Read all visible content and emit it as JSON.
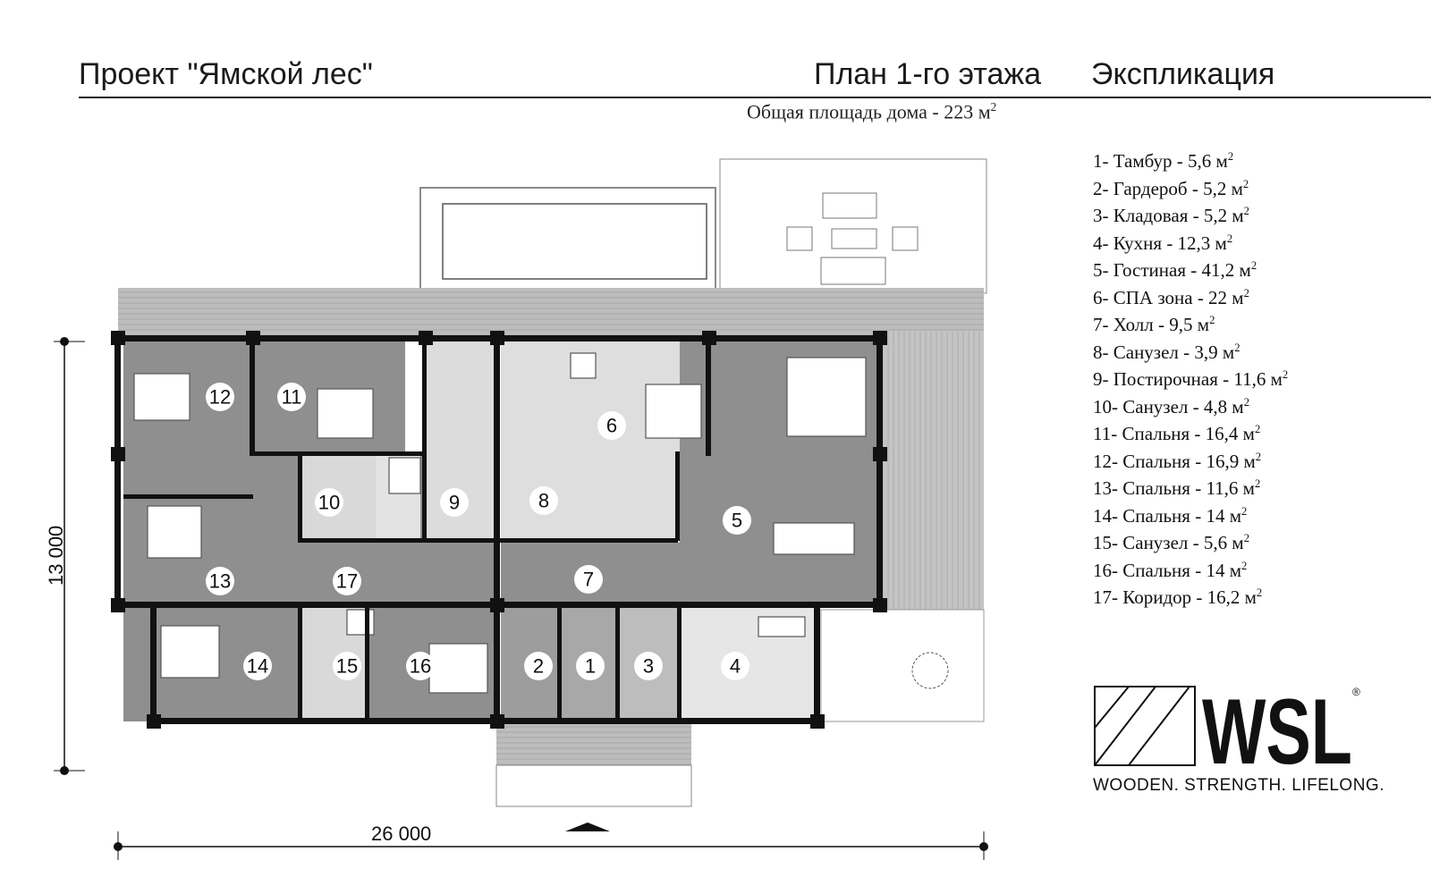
{
  "header": {
    "project": "Проект \"Ямской лес\"",
    "plan_title": "План 1-го этажа",
    "legend_title": "Экспликация"
  },
  "total_area": {
    "text": "Общая площадь дома - 223 м",
    "sup": "2"
  },
  "legend": [
    {
      "text": "1- Тамбур - 5,6 м",
      "sup": "2"
    },
    {
      "text": "2- Гардероб - 5,2 м",
      "sup": "2"
    },
    {
      "text": "3- Кладовая - 5,2 м",
      "sup": "2"
    },
    {
      "text": "4- Кухня - 12,3 м",
      "sup": "2"
    },
    {
      "text": "5- Гостиная - 41,2 м",
      "sup": "2"
    },
    {
      "text": "6- СПА зона - 22 м",
      "sup": "2"
    },
    {
      "text": "7- Холл - 9,5 м",
      "sup": "2"
    },
    {
      "text": "8- Санузел - 3,9 м",
      "sup": "2"
    },
    {
      "text": "9- Постирочная - 11,6 м",
      "sup": "2"
    },
    {
      "text": "10- Санузел - 4,8 м",
      "sup": "2"
    },
    {
      "text": "11- Спальня - 16,4 м",
      "sup": "2"
    },
    {
      "text": "12- Спальня - 16,9 м",
      "sup": "2"
    },
    {
      "text": "13- Спальня - 11,6 м",
      "sup": "2"
    },
    {
      "text": "14- Спальня - 14 м",
      "sup": "2"
    },
    {
      "text": "15- Санузел - 5,6 м",
      "sup": "2"
    },
    {
      "text": "16- Спальня - 14 м",
      "sup": "2"
    },
    {
      "text": "17- Коридор - 16,2 м",
      "sup": "2"
    }
  ],
  "room_labels": {
    "r1": "1",
    "r2": "2",
    "r3": "3",
    "r4": "4",
    "r5": "5",
    "r6": "6",
    "r7": "7",
    "r8": "8",
    "r9": "9",
    "r10": "10",
    "r11": "11",
    "r12": "12",
    "r13": "13",
    "r14": "14",
    "r15": "15",
    "r16": "16",
    "r17": "17"
  },
  "dimensions": {
    "width": "26 000",
    "height": "13 000"
  },
  "logo": {
    "text": "WSL",
    "registered": "®",
    "tagline": "WOODEN. STRENGTH. LIFELONG."
  },
  "colors": {
    "floor_gray": "#8f8f8f",
    "floor_light": "#d9d9d9",
    "wall": "#111111",
    "terrace": "#bdbdbd"
  }
}
